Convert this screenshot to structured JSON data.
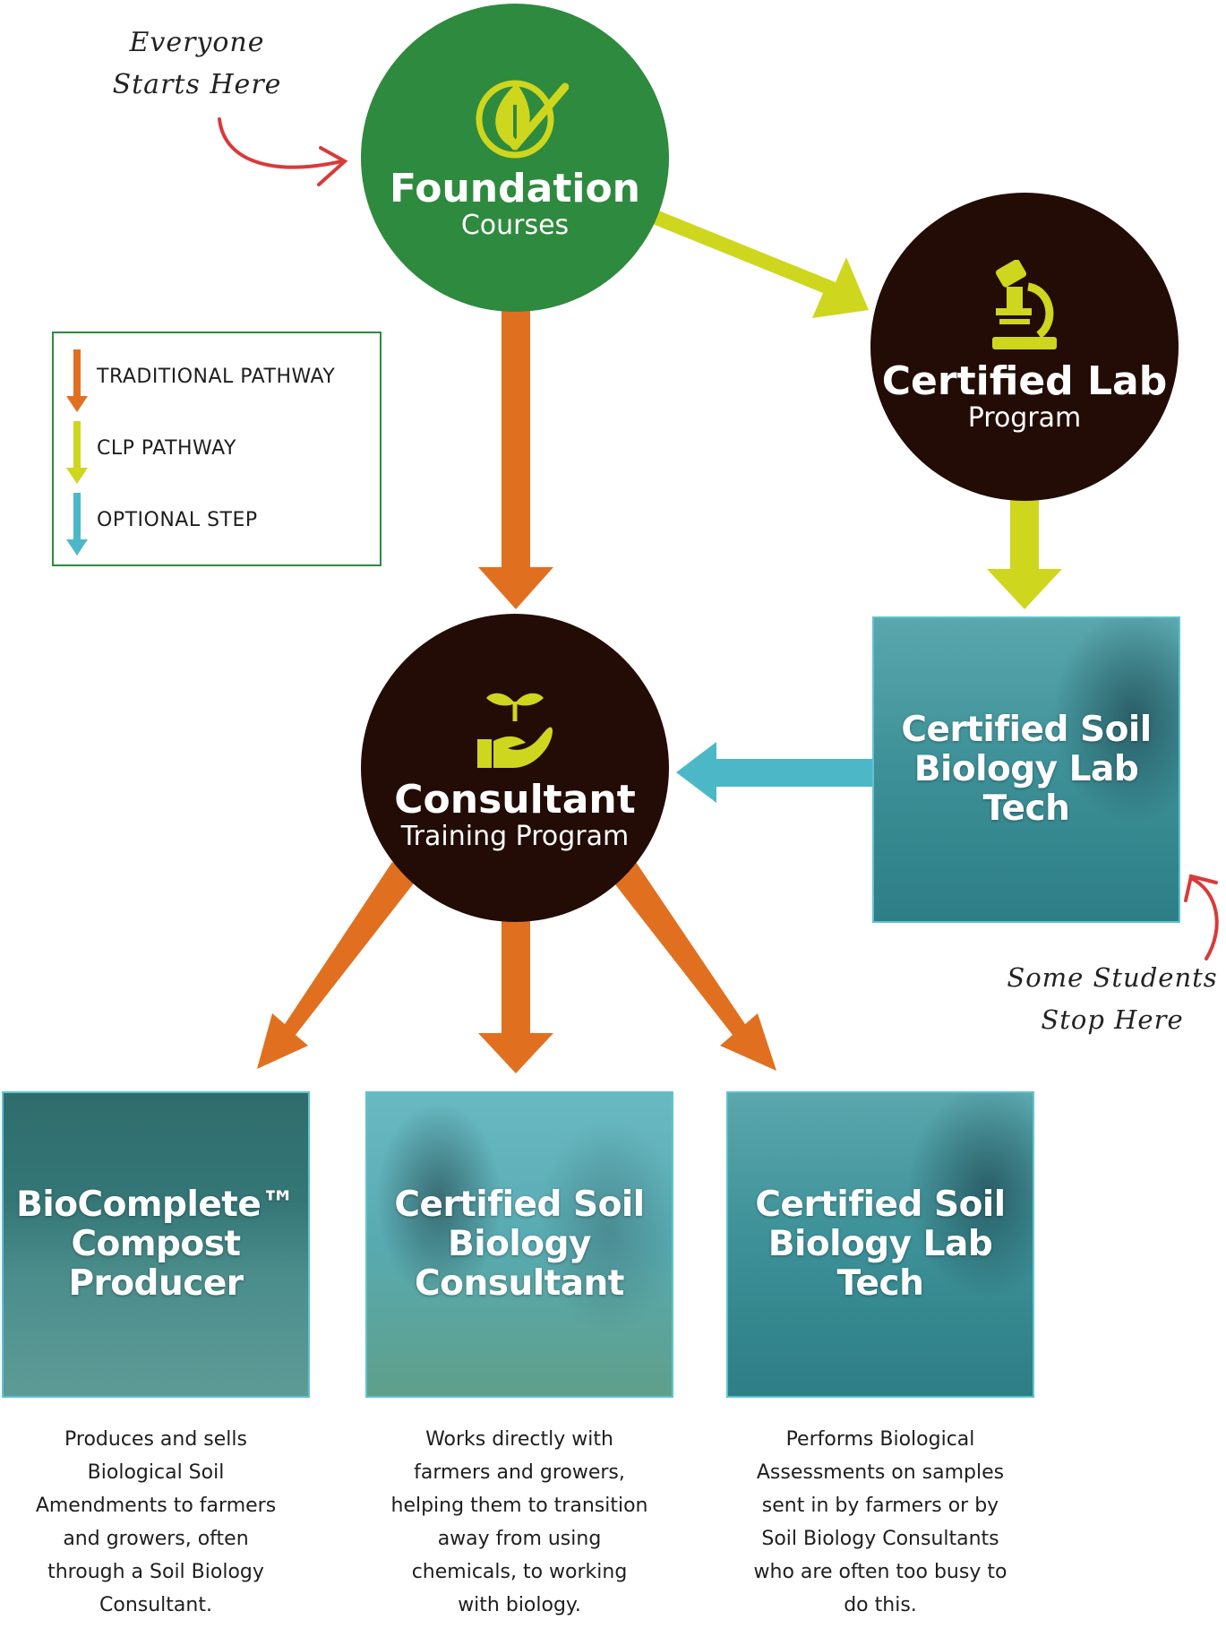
{
  "annotations": {
    "start_line1": "Everyone",
    "start_line2": "Starts Here",
    "stop_line1": "Some Students",
    "stop_line2": "Stop Here"
  },
  "nodes": {
    "foundation": {
      "title": "Foundation",
      "subtitle": "Courses",
      "color": "#2e8a3e"
    },
    "lab_program": {
      "title": "Certified Lab",
      "subtitle": "Program",
      "color": "#220c05"
    },
    "consultant_training": {
      "title": "Consultant",
      "subtitle": "Training Program",
      "color": "#220c05"
    }
  },
  "tiles": {
    "lab_tech_top": {
      "line1": "Certified Soil",
      "line2": "Biology Lab",
      "line3": "Tech"
    },
    "compost": {
      "line1": "BioComplete™",
      "line2": "Compost",
      "line3": "Producer"
    },
    "consultant": {
      "line1": "Certified Soil",
      "line2": "Biology",
      "line3": "Consultant"
    },
    "lab_tech_bottom": {
      "line1": "Certified Soil",
      "line2": "Biology Lab",
      "line3": "Tech"
    }
  },
  "legend": {
    "items": [
      {
        "label": "TRADITIONAL PATHWAY",
        "color": "#e07020"
      },
      {
        "label": "CLP PATHWAY",
        "color": "#cfd61e"
      },
      {
        "label": "OPTIONAL STEP",
        "color": "#4cb8c7"
      }
    ]
  },
  "descriptions": {
    "compost": [
      "Produces and sells",
      "Biological Soil",
      "Amendments to farmers",
      "and growers, often",
      "through a Soil Biology",
      "Consultant."
    ],
    "consultant": [
      "Works directly with",
      "farmers and growers,",
      "helping them to transition",
      "away from using",
      "chemicals, to working",
      "with biology."
    ],
    "lab_tech": [
      "Performs Biological",
      "Assessments on samples",
      "sent in by farmers or by",
      "Soil Biology Consultants",
      "who are often too busy to",
      "do this."
    ]
  },
  "colors": {
    "traditional": "#e07020",
    "clp": "#cfd61e",
    "optional": "#4cb8c7",
    "annotation_arrow": "#d93a3a",
    "icon": "#cfd61e",
    "tile_overlay": "#2f8f97"
  },
  "icons": {
    "foundation": "leaf-check-icon",
    "lab_program": "microscope-icon",
    "consultant_training": "hand-sprout-icon"
  }
}
